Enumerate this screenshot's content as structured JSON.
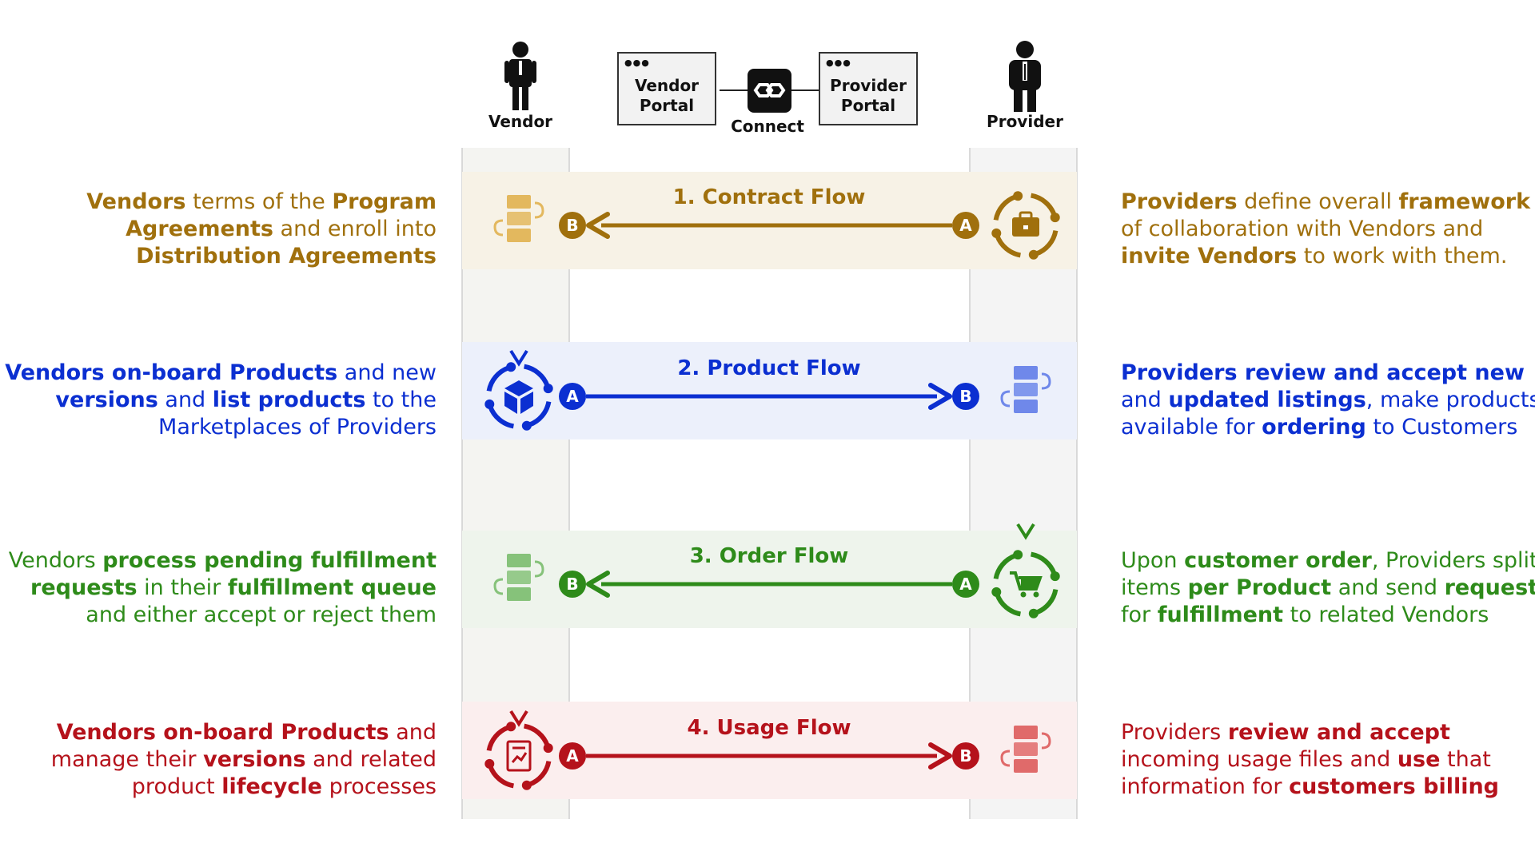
{
  "header": {
    "vendor_label": "Vendor",
    "provider_label": "Provider",
    "connect_label": "Connect",
    "vendor_portal": {
      "dots": "●●●",
      "line1": "Vendor",
      "line2": "Portal"
    },
    "provider_portal": {
      "dots": "●●●",
      "line1": "Provider",
      "line2": "Portal"
    }
  },
  "colors": {
    "contract": "#a0700d",
    "product": "#0b2fd1",
    "order": "#2e8b1a",
    "usage": "#b5121b"
  },
  "flows": [
    {
      "title": "1. Contract Flow",
      "left_badge": "B",
      "right_badge": "A",
      "direction": "right-to-left",
      "vendor_icon": "queue-icon",
      "provider_icon": "briefcase-cycle-icon",
      "left_text": [
        {
          "t": "Vendors",
          "b": true
        },
        {
          "t": " terms of the ",
          "b": false
        },
        {
          "t": "Program Agreements",
          "b": true
        },
        {
          "t": " and enroll into ",
          "b": false
        },
        {
          "t": "Distribution Agreements",
          "b": true
        }
      ],
      "right_text": [
        {
          "t": "Providers",
          "b": true
        },
        {
          "t": " define overall ",
          "b": false
        },
        {
          "t": "framework",
          "b": true
        },
        {
          "t": " of collaboration with Vendors and ",
          "b": false
        },
        {
          "t": "invite Vendors",
          "b": true
        },
        {
          "t": " to work with them.",
          "b": false
        }
      ]
    },
    {
      "title": "2. Product Flow",
      "left_badge": "A",
      "right_badge": "B",
      "direction": "left-to-right",
      "vendor_icon": "cube-cycle-icon",
      "provider_icon": "queue-icon",
      "left_text": [
        {
          "t": "Vendors on-board Products",
          "b": true
        },
        {
          "t": " and new ",
          "b": false
        },
        {
          "t": "versions",
          "b": true
        },
        {
          "t": " and ",
          "b": false
        },
        {
          "t": "list products",
          "b": true
        },
        {
          "t": " to the Marketplaces of Providers",
          "b": false
        }
      ],
      "right_text": [
        {
          "t": "Providers review and accept new",
          "b": true
        },
        {
          "t": " and ",
          "b": false
        },
        {
          "t": "updated listings",
          "b": true
        },
        {
          "t": ", make products available for ",
          "b": false
        },
        {
          "t": "ordering",
          "b": true
        },
        {
          "t": " to Customers",
          "b": false
        }
      ]
    },
    {
      "title": "3. Order Flow",
      "left_badge": "B",
      "right_badge": "A",
      "direction": "right-to-left",
      "vendor_icon": "queue-icon",
      "provider_icon": "cart-cycle-icon",
      "left_text": [
        {
          "t": "Vendors ",
          "b": false
        },
        {
          "t": "process pending fulfillment requests",
          "b": true
        },
        {
          "t": " in their ",
          "b": false
        },
        {
          "t": "fulfillment queue",
          "b": true
        },
        {
          "t": " and either accept or reject them",
          "b": false
        }
      ],
      "right_text": [
        {
          "t": "Upon ",
          "b": false
        },
        {
          "t": "customer order",
          "b": true
        },
        {
          "t": ", Providers split items ",
          "b": false
        },
        {
          "t": "per Product",
          "b": true
        },
        {
          "t": " and send ",
          "b": false
        },
        {
          "t": "request",
          "b": true
        },
        {
          "t": " for ",
          "b": false
        },
        {
          "t": "fulfillment",
          "b": true
        },
        {
          "t": " to related Vendors",
          "b": false
        }
      ]
    },
    {
      "title": "4. Usage Flow",
      "left_badge": "A",
      "right_badge": "B",
      "direction": "left-to-right",
      "vendor_icon": "report-cycle-icon",
      "provider_icon": "queue-icon",
      "left_text": [
        {
          "t": "Vendors on-board Products",
          "b": true
        },
        {
          "t": " and manage their ",
          "b": false
        },
        {
          "t": "versions",
          "b": true
        },
        {
          "t": " and related product ",
          "b": false
        },
        {
          "t": "lifecycle",
          "b": true
        },
        {
          "t": " processes",
          "b": false
        }
      ],
      "right_text": [
        {
          "t": "Providers ",
          "b": false
        },
        {
          "t": "review and accept",
          "b": true
        },
        {
          "t": " incoming usage files and ",
          "b": false
        },
        {
          "t": "use",
          "b": true
        },
        {
          "t": " that information for ",
          "b": false
        },
        {
          "t": "customers billing",
          "b": true
        }
      ]
    }
  ]
}
